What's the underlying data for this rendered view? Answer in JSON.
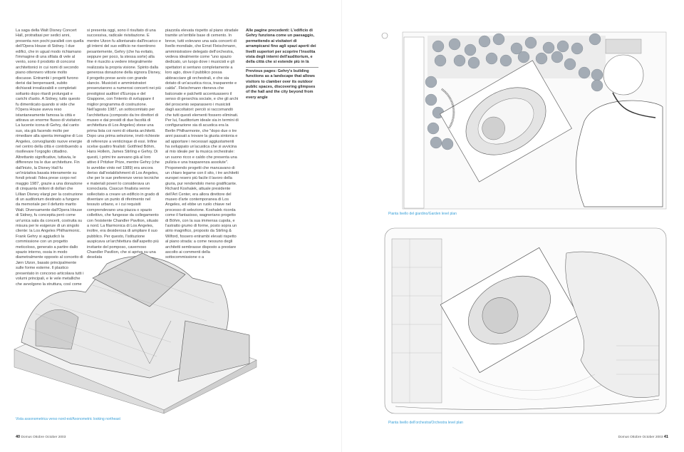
{
  "left_page": {
    "columns": [
      "La saga della Walt Disney Concert Hall, protrattasi per sedici anni, presenta non pochi paralleli con quella dell'Opera House di Sidney. I due edifici, che in ugual modo richiamano l'immagine di una sfilata di vele al vento, sono il prodotto di concorsi architettonici in cui nomi di secondo piano ottennero vittorie molto discusse. Entrambi i progetti furono derisi dai benpensanti, subito dichiarati irrealizzabili e completati soltanto dopo ritardi prolungati e carichi d'astio. A Sidney, tutto questo fu dimenticato quando si vide che l'Opera House aveva reso istantaneamente famosa la città e attirava un enorme flusso di visitatori. La lucente icona di Gehry, dal canto suo, sta già facendo molto per rimediare alla spenta immagine di Los Angeles, convogliando nuove energie nel centro della città e contribuendo a risollevare l'orgoglio cittadino. Altrettanto significative, tuttavia, le differenze tra le due architetture. Fin dall'inizio, la Disney Hall fu un'iniziativa basata interamente su fondi privati: l'idea prese corpo nel maggio 1987, grazie a una donazione di cinquanta milioni di dollari che Lillian Disney elargì per la costruzione di un auditorium destinato a fungere da memoriale per il defunto marito Walt. Diversamente dall'Opera House di Sidney, fu concepita però come un'unica sala da concerti, costruita su misura per le esigenze di un singolo cliente: la Los Angeles Philharmonic. Frank Gehry si aggiudicò la commissione con un progetto meticoloso, generato a partire dallo spazio interno, ossia in modo diametralmente opposto al concetto di Jørn Utzon, basato principalmente sulle forme esterne. Il plastico presentato in concorso articolava tutti i volumi principali, e le vele metalliche che avvolgono la struttura, così come",
      "si presenta oggi, sono il risultato di una successiva, radicale rivisitazione. E mentre Utzon fu allontanato dall'incarico e gli interni del suo edificio ne risentirono pesantemente, Gehry (che ha evitato, seppure per poco, la stessa sorte) alla fine è riuscito a vedere integralmente realizzata la propria visione. Spinto dalla generosa donazione della signora Disney, il progetto prese avvio con grande slancio. Musicisti e amministratori presenziarono a numerosi concerti nei più prestigiosi auditori d'Europa e del Giappone, con l'intento di sviluppare il miglior programma di costruzione. Nell'agosto 1987, un sottocomitato per l'architettura (composto da tre direttori di museo e dai presidi di due facoltà di architettura di Los Angeles) stese una prima lista coi nomi di ottanta architetti. Dopo una prima selezione, inviò richieste di referenze a venticinque di essi. Infine scelse quattro finalisti: Gottfried Böhm, Hans Hollein, James Stirling e Gehry. Di questi, i primi tre avevano già al loro attivo il Pritzker Prize, mentre Gehry (che lo avrebbe vinto nel 1989) era ancora deriso dall'establishment di Los Angeles, che per le sue preferenze verso tecniche e materiali poveri lo considerava un iconoclasta. Ciascun finalista venne sollecitato a creare un edificio in grado di diventare un punto di riferimento nel tessuto urbano, e i cui requisiti comprendevano una piazza o spazio collettivo, che fungesse da collegamento con l'esistente Chandler Pavilion, situato a nord. La filarmonica di Los Angeles, inoltre, era desiderosa di ampliare il suo pubblico. Per questo, l'istituzione auspicava un'architettura dall'aspetto più invitante del pomposo, cavernoso Chandler Pavilion, che si apriva su una desolata",
      "piazzola elevata rispetto al piano stradale tramite un'orribile base di cemento. In breve, tutti volevano una sala concerti di livello mondiale, che Ernst Fleischmann, amministratore delegato dell'orchestra, vedeva idealmente come \"uno spazio dedicato, un luogo dove i musicisti e gli spettatori si sentano completamente a loro agio, dove il pubblico possa abbracciare gli orchestrali, e che sia dotato di un'acustica ricca, trasparente e calda\". Fleischmann riteneva che balconate e palchetti accentuassero il senso di gerarchia sociale, e che gli archi del proscenio separassero i musicisti dagli ascoltatori: perciò si raccomandò che tutti questi elementi fossero eliminati. Per lui, l'auditorium ideale sia in termini di configurazione sia di acustica era la Berlin Philharmonie, che \"dopo due o tre anni passati a trovare la giusta sintonia e ad apportare i necessari aggiustamenti ha sviluppato un'acustica che si avvicina al mio ideale per la musica orchestrale: un suono ricco e caldo che presenta una pulizia e una trasparenza assolute\". Proponendo progetti che mancavano di un chiaro legame con il sito, i tre architetti europei resero più facile il lavoro della giuria, pur rendendolo meno gratificante. Richard Koshalek, attuale presidente dell'Art Center, era allora direttore del museo d'arte contemporanea di Los Angeles, ed ebbe un ruolo chiave nel processo di selezione. Koshalek ricorda come il fantasioso, wagneriano progetto di Böhm, con la sua immensa cupola, e l'astratto grumo di forme, posto sopra un atrio magnifico, proposto da Stirling & Wilford, fossero entrambi elevati rispetto al piano strada: a come nessuno degli architetti sembrasse disposto a prestare ascolto ai commenti della sottocommissione o a"
    ],
    "sidebar_caption_it": "Alle pagine precedenti: L'edificio di Gehry funziona come un paesaggio, permettendo ai visitatori di arrampicarsi fino agli spazi aperti dei livelli superiori per scoprire l'insolita vista degli interni dell'auditorium, e della città che si estende più in là",
    "sidebar_caption_en": "Previous pages: Gehry's building functions as a landscape that allows visitors to clamber over its outdoor public spaces, discovering glimpses of the hall and the city beyond from every angle",
    "image_caption": "Vista assonometrica verso nord-est/Axonometric looking northeast",
    "folio_number": "40",
    "folio_text": "Domus Ottobre October 2003"
  },
  "right_page": {
    "top_plan_caption": "Pianta livello del giardino/Garden level plan",
    "bottom_plan_caption": "Pianta livello dell'orchestra/Orchestra level plan",
    "folio_number": "41",
    "folio_text": "Domus Ottobre October 2003"
  },
  "colors": {
    "caption": "#3aa0d8",
    "text": "#444444",
    "tree": "#9aa3ad"
  }
}
